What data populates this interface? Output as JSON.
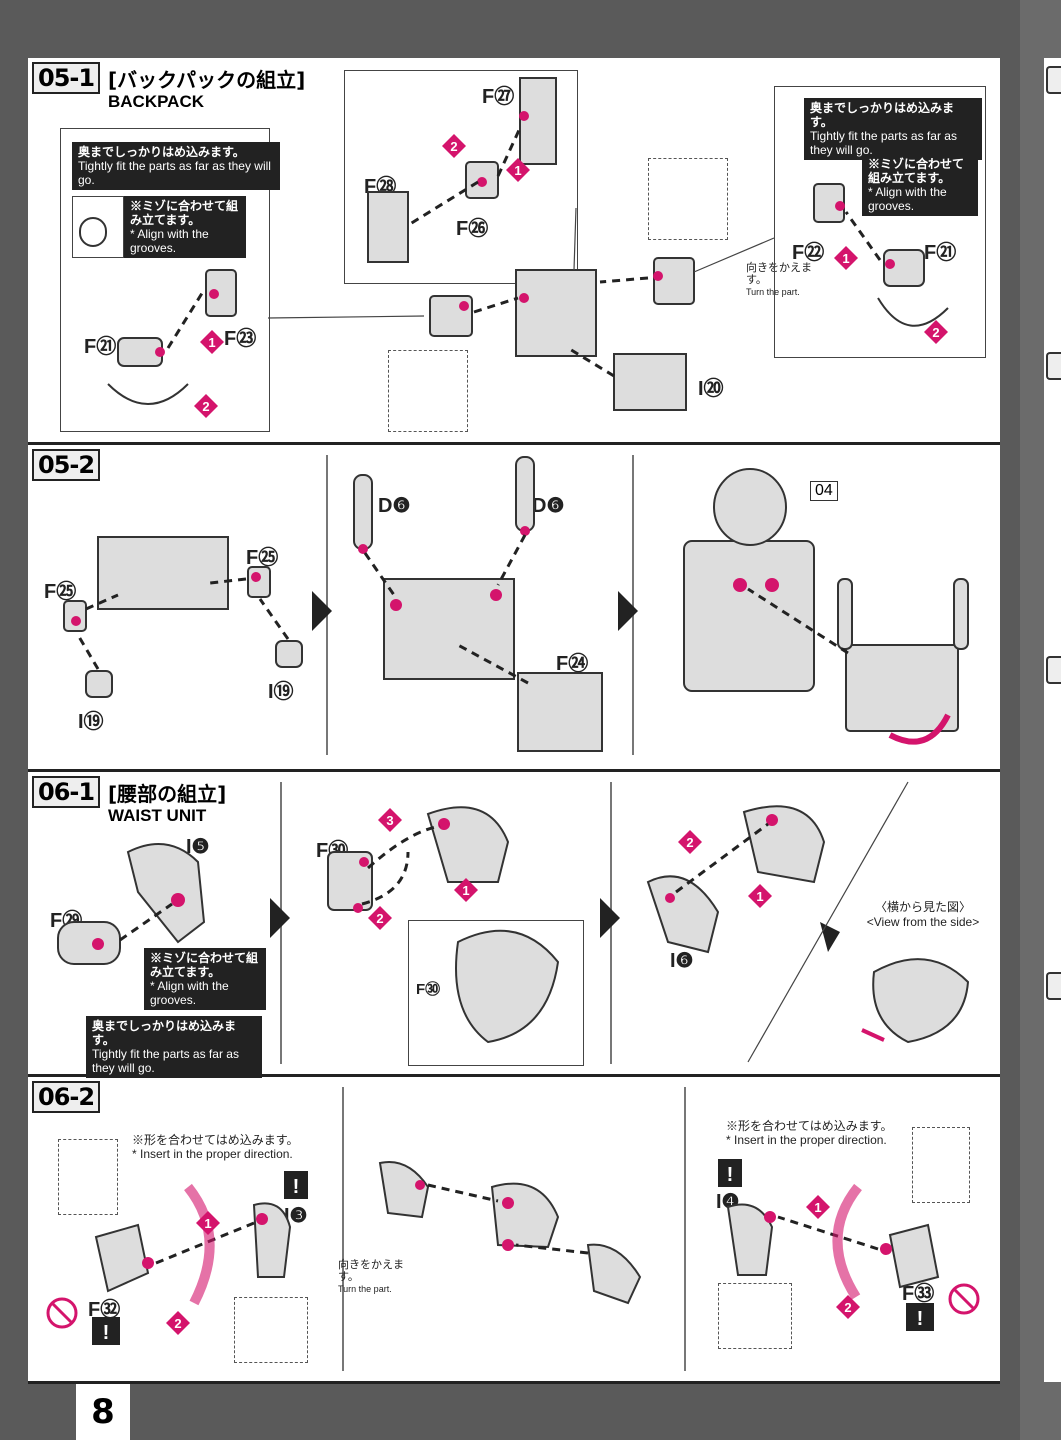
{
  "page_number": "8",
  "accent_color": "#d4146c",
  "steps": {
    "s05_1": {
      "number": "05-1",
      "title_jp": "[バックパックの組立]",
      "title_en": "BACKPACK",
      "note_fit_jp": "奥までしっかりはめ込みます。",
      "note_fit_en": "Tightly fit the parts as far as they will go.",
      "note_groove_jp": "※ミゾに合わせて組み立てます。",
      "note_groove_en": "* Align with the grooves.",
      "turn_jp": "向きをかえます。",
      "turn_en": "Turn the part.",
      "parts": [
        "F㉑",
        "F㉓",
        "F㉗",
        "F㉘",
        "F㉖",
        "I⑳",
        "F㉒",
        "F㉑"
      ],
      "step_markers": [
        "1",
        "2"
      ]
    },
    "s05_2": {
      "number": "05-2",
      "parts": [
        "F㉕",
        "F㉕",
        "I⑲",
        "I⑲",
        "D❻",
        "D❻",
        "F㉔"
      ],
      "ref_box": "04"
    },
    "s06_1": {
      "number": "06-1",
      "title_jp": "[腰部の組立]",
      "title_en": "WAIST UNIT",
      "parts": [
        "I❺",
        "F㉙",
        "F㉚",
        "F㉚",
        "I❻"
      ],
      "note_groove_jp": "※ミゾに合わせて組み立てます。",
      "note_groove_en": "* Align with the grooves.",
      "note_fit_jp": "奥までしっかりはめ込みます。",
      "note_fit_en": "Tightly fit the parts as far as they will go.",
      "side_view_jp": "〈横から見た図〉",
      "side_view_en": "<View from the side>",
      "step_markers": [
        "1",
        "2",
        "3"
      ]
    },
    "s06_2": {
      "number": "06-2",
      "insert_jp": "※形を合わせてはめ込みます。",
      "insert_en": "* Insert in the proper direction.",
      "turn_jp": "向きをかえます。",
      "turn_en": "Turn the part.",
      "parts": [
        "I❸",
        "F㉜",
        "I❹",
        "F㉝"
      ],
      "warning": "!"
    }
  }
}
